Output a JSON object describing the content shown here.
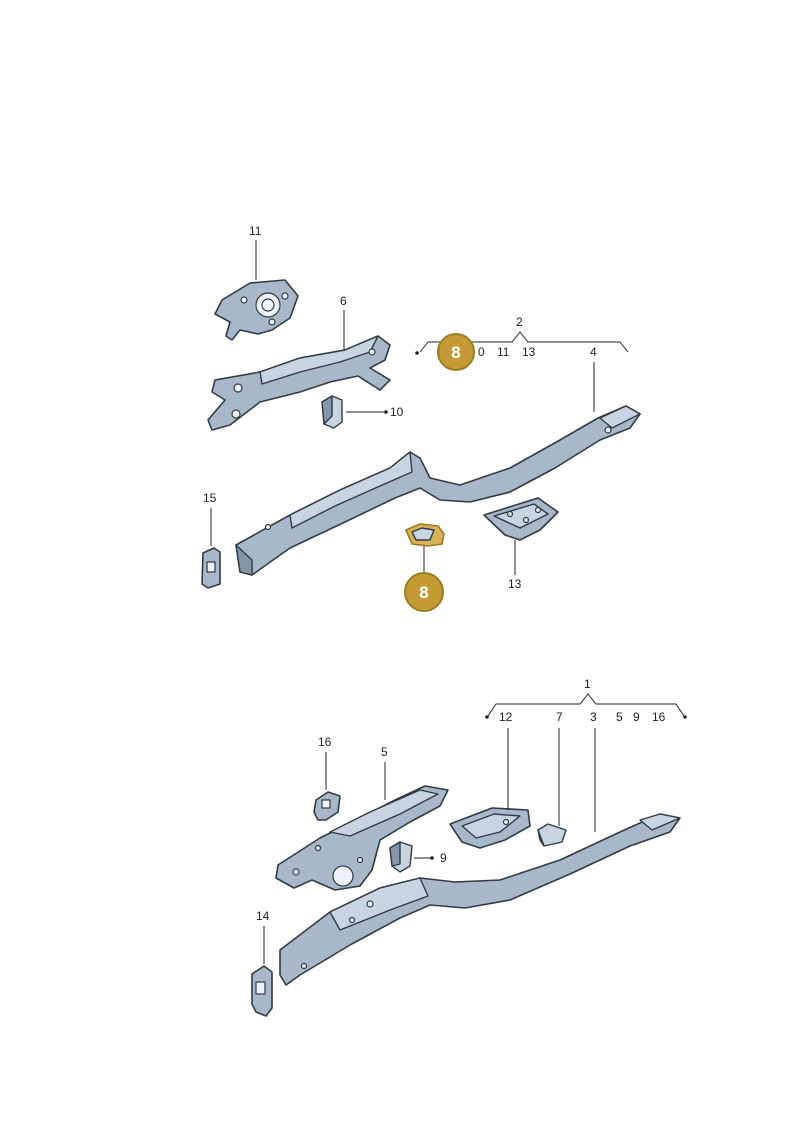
{
  "callouts": {
    "p11_top": "11",
    "p6": "6",
    "p2": "2",
    "g2_0": "0",
    "g2_11": "11",
    "g2_13": "13",
    "p4": "4",
    "p10": "10",
    "p15": "15",
    "p13": "13",
    "p1": "1",
    "g1_12": "12",
    "g1_7": "7",
    "g1_3": "3",
    "g1_5": "5",
    "g1_9": "9",
    "g1_16": "16",
    "p16": "16",
    "p5": "5",
    "p9": "9",
    "p14": "14"
  },
  "badges": {
    "top": "8",
    "bottom": "8"
  },
  "colors": {
    "part_fill": "#a9b8c8",
    "part_outline": "#2f3b47",
    "badge_gold": "#c49a35"
  }
}
